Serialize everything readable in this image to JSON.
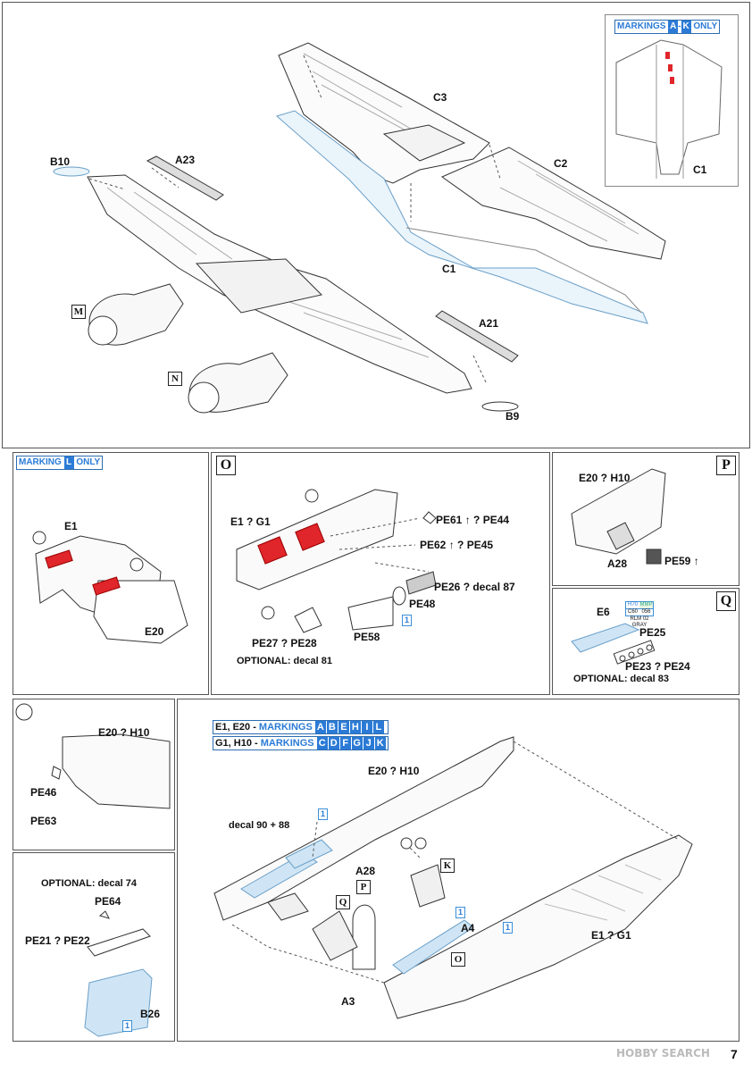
{
  "top_panel": {
    "labels": {
      "c3": "C3",
      "c2": "C2",
      "c1": "C1",
      "b10": "B10",
      "a23": "A23",
      "a21": "A21",
      "b9": "B9",
      "m": "M",
      "n": "N"
    },
    "inset": {
      "banner_text": "MARKINGS",
      "banner_from": "A",
      "banner_dash": "-",
      "banner_to": "K",
      "banner_suffix": "ONLY",
      "c1": "C1"
    }
  },
  "panel_L": {
    "banner_text": "MARKING",
    "banner_letter": "L",
    "banner_suffix": "ONLY",
    "e1": "E1",
    "e20": "E20"
  },
  "panel_O": {
    "letter": "O",
    "e1_g1": "E1 ? G1",
    "pe61_pe44": "PE61 ↑ ? PE44",
    "pe62_pe45": "PE62 ↑ ? PE45",
    "pe26": "PE26 ? decal 87",
    "pe48": "PE48",
    "pe58": "PE58",
    "pe27_pe28": "PE27 ? PE28",
    "optional": "OPTIONAL: decal 81",
    "num": "1"
  },
  "panel_P": {
    "letter": "P",
    "e20_h10": "E20 ? H10",
    "a28": "A28",
    "pe59": "PE59 ↑"
  },
  "panel_Q": {
    "letter": "Q",
    "e6": "E6",
    "pe25": "PE25",
    "pe23_pe24": "PE23 ? PE24",
    "optional": "OPTIONAL: decal 83",
    "color_chip": [
      "H70",
      "MMP",
      "C60",
      "056",
      "RLM 02",
      "GRAY"
    ]
  },
  "panel_small": {
    "e20_h10": "E20 ? H10",
    "pe46": "PE46",
    "pe63": "PE63"
  },
  "panel_B26": {
    "optional": "OPTIONAL: decal 74",
    "pe64": "PE64",
    "pe21_pe22": "PE21 ? PE22",
    "b26": "B26",
    "num": "1"
  },
  "main_panel": {
    "row1_prefix": "E1, E20 - ",
    "row1_marks_word": "MARKINGS",
    "row1_letters": [
      "A",
      "B",
      "E",
      "H",
      "I",
      "L"
    ],
    "row2_prefix": "G1, H10 - ",
    "row2_marks_word": "MARKINGS",
    "row2_letters": [
      "C",
      "D",
      "F",
      "G",
      "J",
      "K"
    ],
    "e20_h10": "E20 ? H10",
    "decal": "decal 90 + 88",
    "a28": "A28",
    "p": "P",
    "q": "Q",
    "k": "K",
    "o": "O",
    "a4": "A4",
    "a3": "A3",
    "e1_g1": "E1 ? G1",
    "num": "1"
  },
  "page_number": "7",
  "watermark": "HOBBY SEARCH",
  "colors": {
    "accent_blue": "#2b7bd6",
    "part_blue": "#cfe5f5",
    "highlight_red": "#e0262b"
  }
}
